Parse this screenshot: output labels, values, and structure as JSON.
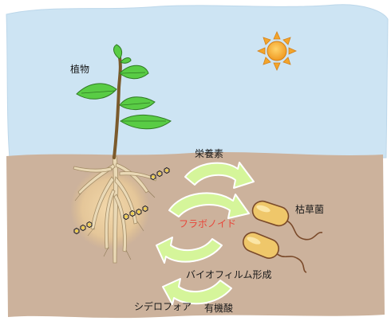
{
  "labels": {
    "plant": "植物",
    "nutrients": "栄養素",
    "flavonoid": "フラボノイド",
    "bacillus": "枯草菌",
    "biofilm": "バイオフィルム形成",
    "siderophore": "シデロフォア",
    "organic_acid": "有機酸"
  },
  "colors": {
    "sky": "#cde4f3",
    "soil": "#ccb29c",
    "arrow_fill": "#d5f59a",
    "leaf": "#59cc45",
    "root": "#ead9b6",
    "root_glow": "#f2d7a2",
    "bacterium": "#efc76a",
    "sun": "#f3a52a",
    "flavonoid_text": "#e8473a"
  },
  "icons": [
    "sun-icon",
    "plant-icon",
    "root-system-icon",
    "molecule-icon",
    "bacterium-icon",
    "cycle-arrow-icon"
  ]
}
